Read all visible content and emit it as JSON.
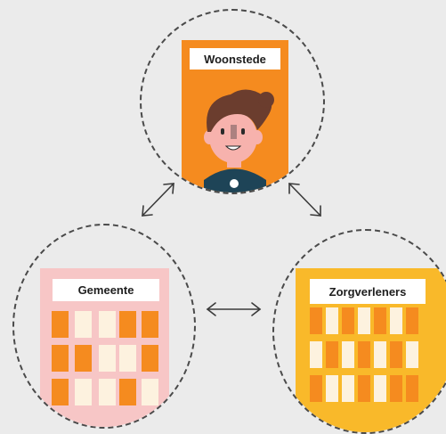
{
  "nodes": {
    "woonstede": {
      "label": "Woonstede",
      "card_color": "#f58b1f"
    },
    "gemeente": {
      "label": "Gemeente",
      "card_color": "#f7c6c6",
      "window_color": "#f58b1f"
    },
    "zorgverleners": {
      "label": "Zorgverleners",
      "card_color": "#f9b92a",
      "window_color": "#f58b1f"
    }
  },
  "colors": {
    "background": "#ebebeb",
    "dashed_outline": "#4a4a4a",
    "arrow": "#3a3a3a",
    "label_background": "#ffffff",
    "window_light": "#fdf2df"
  },
  "icons": {
    "person": "person-avatar-icon",
    "building": "building-icon",
    "arrow": "double-headed-arrow-icon"
  }
}
